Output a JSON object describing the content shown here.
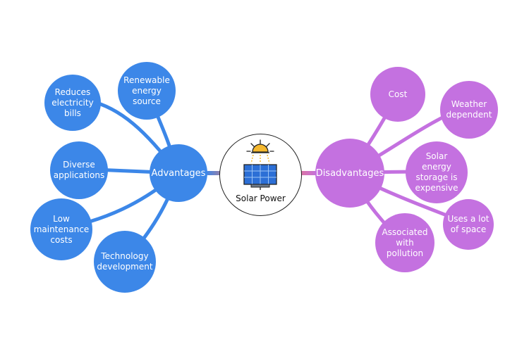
{
  "center": {
    "label": "Solar Power",
    "icon": "solar-panel-with-sun-icon"
  },
  "advantages": {
    "label": "Advantages",
    "color": "#3c87e8",
    "items": [
      "Reduces\nelectricity\nbills",
      "Renewable\nenergy\nsource",
      "Diverse\napplications",
      "Low\nmaintenance\ncosts",
      "Technology\ndevelopment"
    ]
  },
  "disadvantages": {
    "label": "Disadvantages",
    "color": "#c471e0",
    "items": [
      "Cost",
      "Weather\ndependent",
      "Solar\nenergy\nstorage is\nexpensive",
      "Uses a lot\nof space",
      "Associated\nwith\npollution"
    ]
  },
  "connector_colors": {
    "left_gradient": [
      "#3c87e8",
      "#f07a6a"
    ],
    "right_gradient": [
      "#f07a6a",
      "#c471e0"
    ]
  }
}
